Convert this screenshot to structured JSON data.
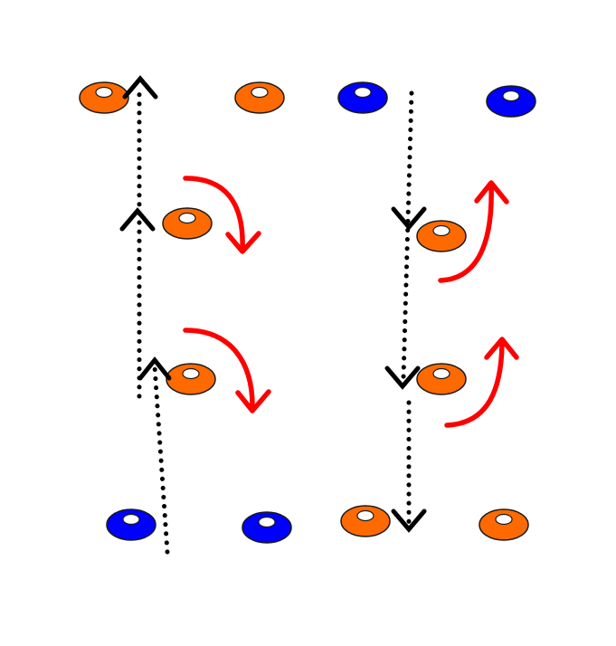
{
  "colors": {
    "background": "#ffffff",
    "cone_orange": "#ff6a00",
    "cone_blue": "#0000ff",
    "cone_hole": "#ffffff",
    "cone_outline": "#1a1a1a",
    "path_line": "#000000",
    "curve_arrow": "#ff0000"
  },
  "icons": {
    "cone": "training-cone-icon",
    "dotted_path": "dotted-run-path",
    "curved_arrow": "curved-red-arrow"
  },
  "cones": [
    {
      "id": "top-left-1",
      "color": "orange"
    },
    {
      "id": "top-left-2",
      "color": "orange"
    },
    {
      "id": "top-right-1",
      "color": "blue"
    },
    {
      "id": "top-right-2",
      "color": "blue"
    },
    {
      "id": "mid-left-upper",
      "color": "orange"
    },
    {
      "id": "mid-left-lower",
      "color": "orange"
    },
    {
      "id": "mid-right-upper",
      "color": "orange"
    },
    {
      "id": "mid-right-lower",
      "color": "orange"
    },
    {
      "id": "bottom-left-1",
      "color": "blue"
    },
    {
      "id": "bottom-left-2",
      "color": "blue"
    },
    {
      "id": "bottom-right-1",
      "color": "orange"
    },
    {
      "id": "bottom-right-2",
      "color": "orange"
    }
  ]
}
